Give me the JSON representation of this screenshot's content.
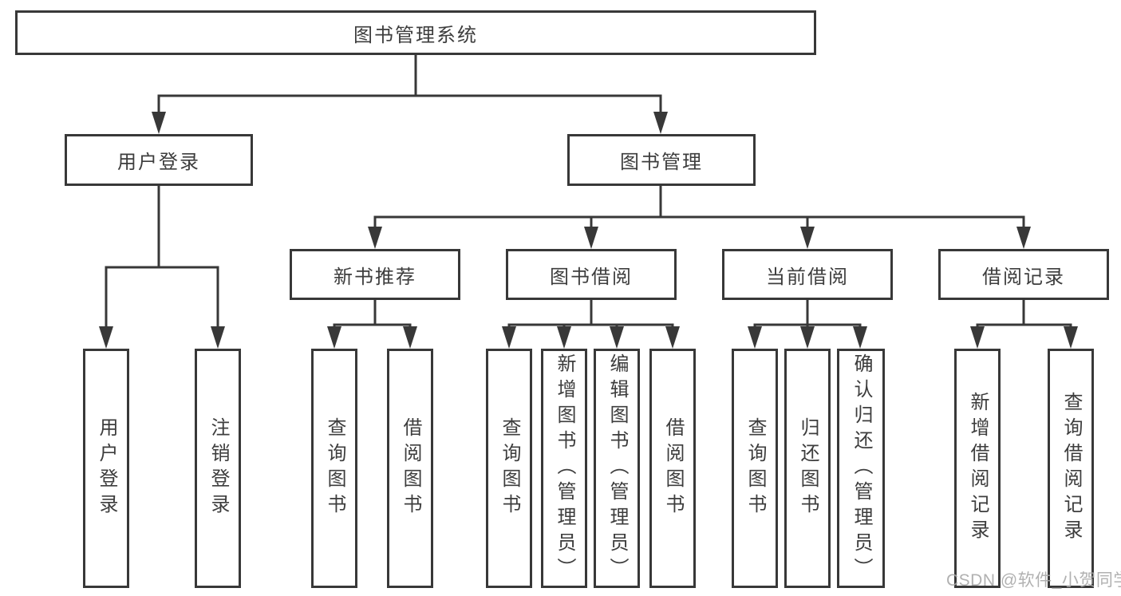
{
  "tree": {
    "label": "图书管理系统",
    "children": [
      {
        "label": "用户登录",
        "children": [
          {
            "label": "用户登录"
          },
          {
            "label": "注销登录"
          }
        ]
      },
      {
        "label": "图书管理",
        "children": [
          {
            "label": "新书推荐",
            "children": [
              {
                "label": "查询图书"
              },
              {
                "label": "借阅图书"
              }
            ]
          },
          {
            "label": "图书借阅",
            "children": [
              {
                "label": "查询图书"
              },
              {
                "label": "新增图书（管理员）"
              },
              {
                "label": "编辑图书（管理员）"
              },
              {
                "label": "借阅图书"
              }
            ]
          },
          {
            "label": "当前借阅",
            "children": [
              {
                "label": "查询图书"
              },
              {
                "label": "归还图书"
              },
              {
                "label": "确认归还（管理员）"
              }
            ]
          },
          {
            "label": "借阅记录",
            "children": [
              {
                "label": "新增借阅记录"
              },
              {
                "label": "查询借阅记录"
              }
            ]
          }
        ]
      }
    ]
  },
  "watermark": {
    "text": "CSDN @软件_小贺同学"
  },
  "colors": {
    "line": "#383838",
    "box_border": "#383838",
    "text": "#3d3d3d",
    "background": "#ffffff",
    "watermark": "#a8a8a8"
  }
}
